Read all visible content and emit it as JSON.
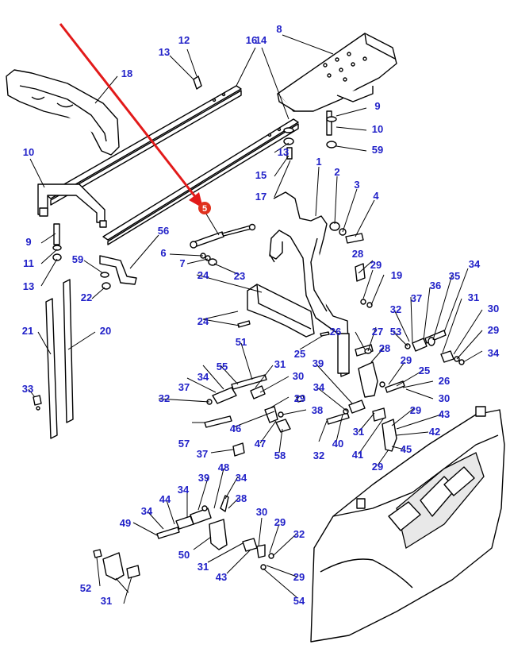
{
  "colors": {
    "label": "#2121c8",
    "arrow": "#e21a1a",
    "callout_fill": "#e0321e",
    "line": "#000000",
    "background": "#ffffff"
  },
  "highlight": {
    "arrow_icon": "red-arrow-icon",
    "callout_number": "5"
  },
  "labels": [
    "1",
    "2",
    "3",
    "4",
    "6",
    "7",
    "8",
    "9",
    "10",
    "59",
    "12",
    "13",
    "14",
    "13",
    "15",
    "16",
    "17",
    "18",
    "10",
    "9",
    "11",
    "13",
    "59",
    "22",
    "56",
    "23",
    "24",
    "24",
    "25",
    "26",
    "27",
    "28",
    "29",
    "19",
    "20",
    "21",
    "33",
    "34",
    "35",
    "36",
    "37",
    "32",
    "31",
    "30",
    "29",
    "34",
    "53",
    "51",
    "55",
    "34",
    "37",
    "32",
    "31",
    "30",
    "29",
    "38",
    "39",
    "34",
    "40",
    "32",
    "31",
    "41",
    "28",
    "29",
    "25",
    "26",
    "30",
    "29",
    "43",
    "42",
    "29",
    "45",
    "46",
    "47",
    "58",
    "57",
    "37",
    "48",
    "34",
    "38",
    "34",
    "39",
    "34",
    "44",
    "49",
    "50",
    "30",
    "29",
    "32",
    "31",
    "43",
    "29",
    "54",
    "52",
    "31"
  ]
}
